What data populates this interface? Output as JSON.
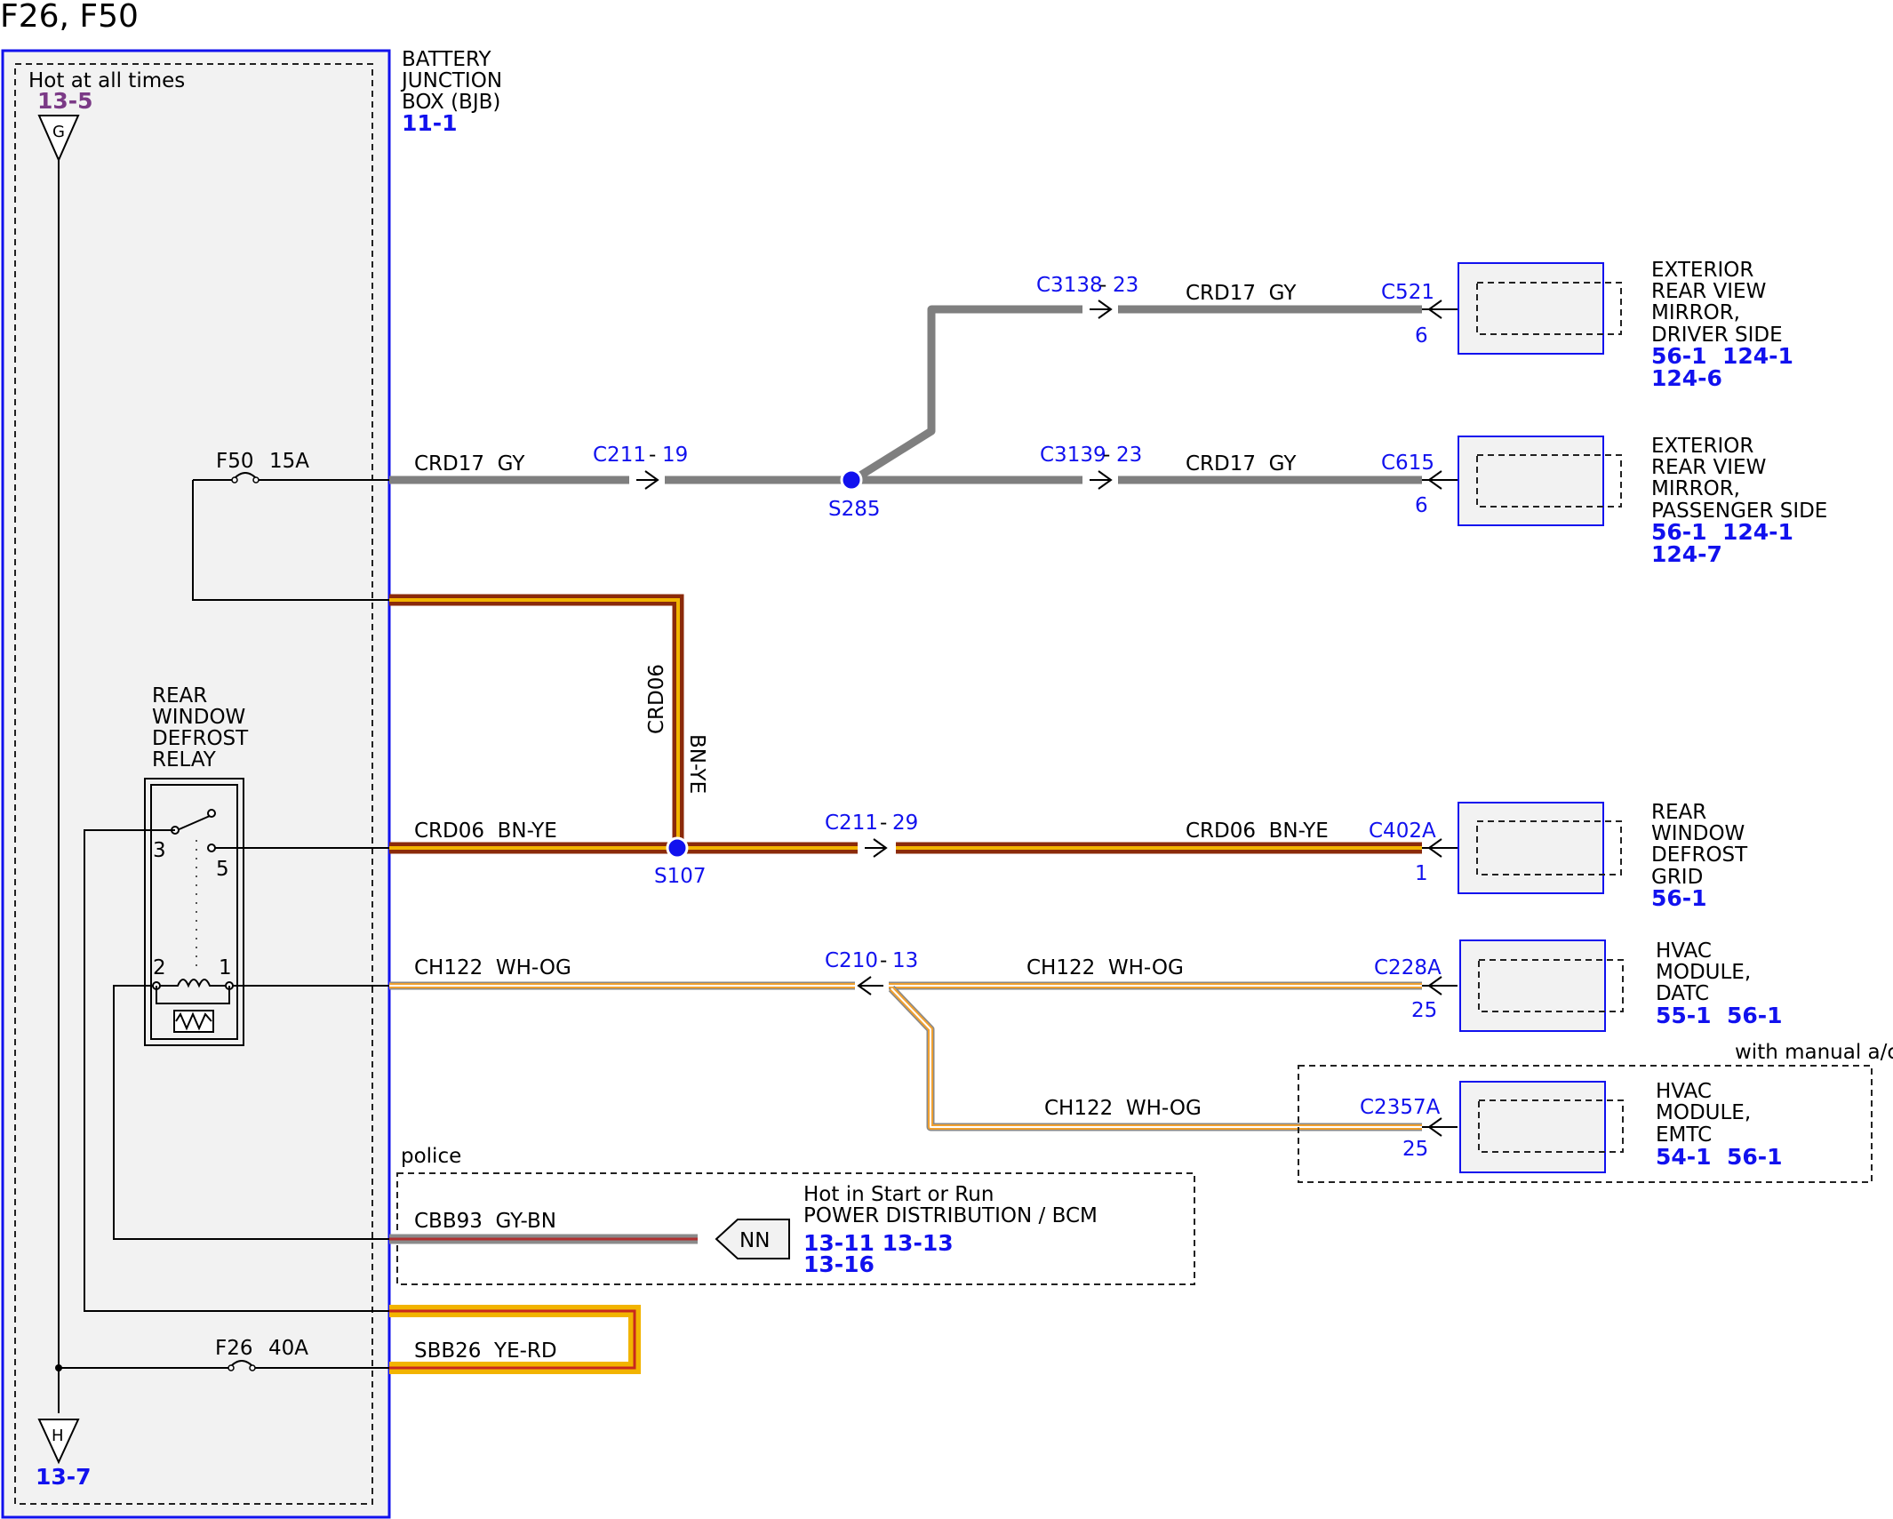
{
  "title": "F26, F50",
  "bjb": {
    "name_lines": [
      "BATTERY",
      "JUNCTION",
      "BOX (BJB)"
    ],
    "ref": "11-1",
    "hot_label": "Hot at all times",
    "hot_ref": "13-5",
    "ground_g": "G",
    "ground_h": "H",
    "h_ref": "13-7",
    "fuse_f50": "F50",
    "fuse_f50_amp": "15A",
    "fuse_f26": "F26",
    "fuse_f26_amp": "40A"
  },
  "relay": {
    "name_lines": [
      "REAR",
      "WINDOW",
      "DEFROST",
      "RELAY"
    ],
    "pin3": "3",
    "pin5": "5",
    "pin2": "2",
    "pin1": "1"
  },
  "wires": {
    "crd17_left": "CRD17  GY",
    "crd17_driver": "CRD17  GY",
    "crd17_pass": "CRD17  GY",
    "crd06_vert_code": "CRD06",
    "crd06_vert_color": "BN-YE",
    "crd06_left": "CRD06  BN-YE",
    "crd06_right": "CRD06  BN-YE",
    "ch122_left": "CH122  WH-OG",
    "ch122_mid": "CH122  WH-OG",
    "ch122_low": "CH122  WH-OG",
    "cbb93": "CBB93  GY-BN",
    "sbb26": "SBB26  YE-RD"
  },
  "connectors": {
    "c211_19": "C211",
    "c211_19_pin": "19",
    "c3138": "C3138",
    "c3138_pin": "23",
    "c3139": "C3139",
    "c3139_pin": "23",
    "c211_29": "C211",
    "c211_29_pin": "29",
    "c210": "C210",
    "c210_pin": "13",
    "c521": "C521",
    "c521_pin": "6",
    "c615": "C615",
    "c615_pin": "6",
    "c402a": "C402A",
    "c402a_pin": "1",
    "c228a": "C228A",
    "c228a_pin": "25",
    "c2357a": "C2357A",
    "c2357a_pin": "25"
  },
  "splices": {
    "s285": "S285",
    "s107": "S107"
  },
  "components": {
    "mirror_driver": {
      "lines": [
        "EXTERIOR",
        "REAR VIEW",
        "MIRROR,",
        "DRIVER SIDE"
      ],
      "refs1": "56-1  124-1",
      "refs2": "124-6"
    },
    "mirror_pass": {
      "lines": [
        "EXTERIOR",
        "REAR VIEW",
        "MIRROR,",
        "PASSENGER SIDE"
      ],
      "refs1": "56-1  124-1",
      "refs2": "124-7"
    },
    "defrost_grid": {
      "lines": [
        "REAR",
        "WINDOW",
        "DEFROST",
        "GRID"
      ],
      "refs1": "56-1"
    },
    "hvac_datc": {
      "lines": [
        "HVAC",
        "MODULE,",
        "DATC"
      ],
      "refs1": "55-1  56-1"
    },
    "hvac_emtc": {
      "lines": [
        "HVAC",
        "MODULE,",
        "EMTC"
      ],
      "refs1": "54-1  56-1"
    }
  },
  "options": {
    "manual_ac": "with manual a/c",
    "police": "police"
  },
  "power": {
    "nn": "NN",
    "line1": "Hot in Start or Run",
    "line2": "POWER DISTRIBUTION / BCM",
    "refs1": "13-11 13-13",
    "refs2": "13-16"
  },
  "colors": {
    "module_border": "#1111ee",
    "gray_wire": "#7f7f7f",
    "bn": "#8b2a0a",
    "ye": "#f2b400",
    "og": "#f0a030",
    "splice": "#1111ee"
  }
}
